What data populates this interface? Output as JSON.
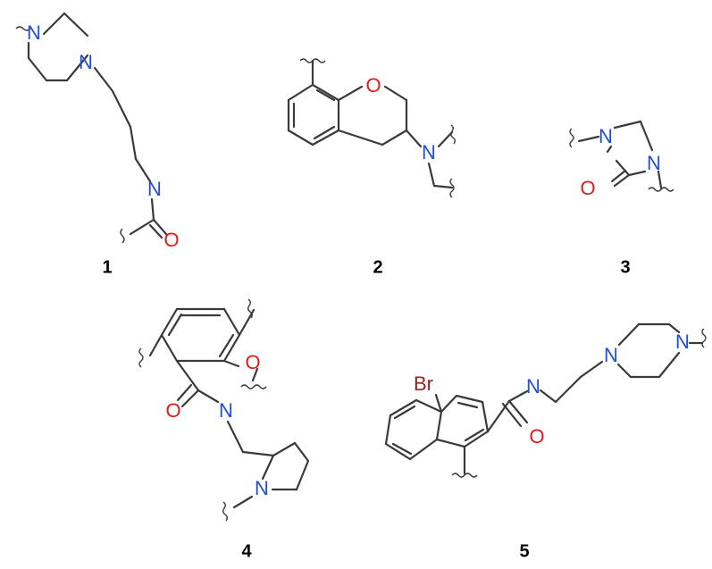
{
  "colors": {
    "bond": "#3a3a3a",
    "nitrogen": "#1f4fd6",
    "oxygen": "#e01b1b",
    "bromine": "#9a2020",
    "label": "#000000"
  },
  "atoms": {
    "N": "N",
    "O": "O",
    "Br": "Br"
  },
  "compounds": [
    {
      "id": "compound-1",
      "label": "1"
    },
    {
      "id": "compound-2",
      "label": "2"
    },
    {
      "id": "compound-3",
      "label": "3"
    },
    {
      "id": "compound-4",
      "label": "4"
    },
    {
      "id": "compound-5",
      "label": "5"
    }
  ]
}
